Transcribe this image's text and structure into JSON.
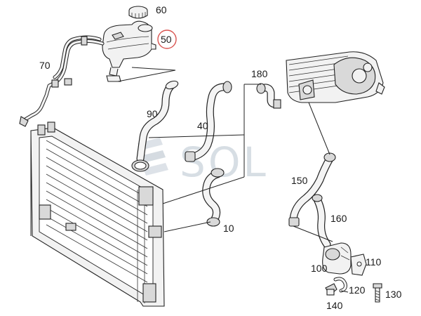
{
  "labels": {
    "cap": "60",
    "tank": "50",
    "tank_hose": "70",
    "upper_hose": "90",
    "hose_40": "40",
    "hose_180": "180",
    "hose_10": "10",
    "hose_150": "150",
    "hose_160": "160",
    "pump": "100",
    "bracket": "110",
    "clip": "120",
    "bolt": "130",
    "fitting": "140"
  },
  "watermark": "SOL",
  "highlight_color": "#d9534f",
  "line_color": "#222222"
}
